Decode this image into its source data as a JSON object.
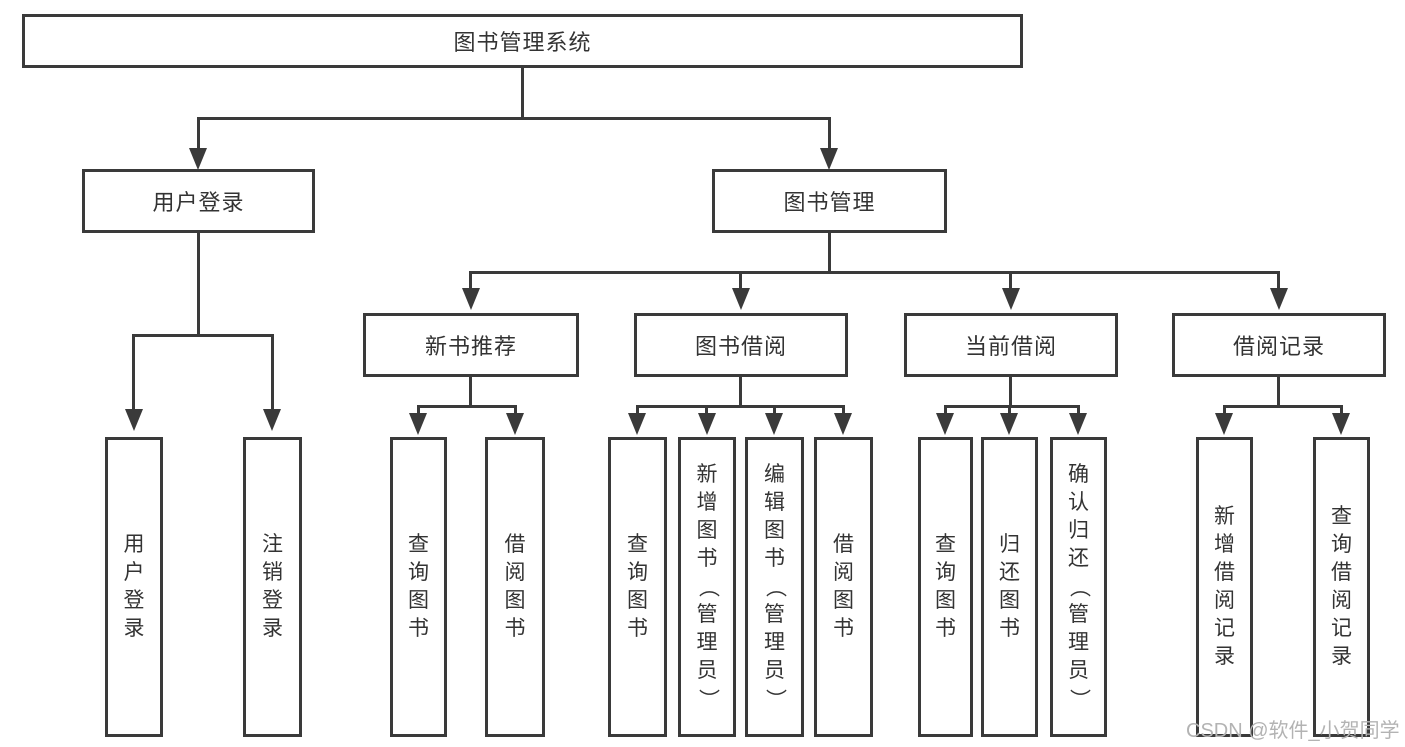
{
  "tree": {
    "root": "图书管理系统",
    "children": [
      {
        "label": "用户登录",
        "children": [
          {
            "label": "用户登录"
          },
          {
            "label": "注销登录"
          }
        ]
      },
      {
        "label": "图书管理",
        "children": [
          {
            "label": "新书推荐",
            "children": [
              {
                "label": "查询图书"
              },
              {
                "label": "借阅图书"
              }
            ]
          },
          {
            "label": "图书借阅",
            "children": [
              {
                "label": "查询图书"
              },
              {
                "label": "新增图书（管理员）"
              },
              {
                "label": "编辑图书（管理员）"
              },
              {
                "label": "借阅图书"
              }
            ]
          },
          {
            "label": "当前借阅",
            "children": [
              {
                "label": "查询图书"
              },
              {
                "label": "归还图书"
              },
              {
                "label": "确认归还（管理员）"
              }
            ]
          },
          {
            "label": "借阅记录",
            "children": [
              {
                "label": "新增借阅记录"
              },
              {
                "label": "查询借阅记录"
              }
            ]
          }
        ]
      }
    ]
  },
  "watermark": "CSDN @软件_小贺同学",
  "colors": {
    "line": "#3a3a3a",
    "text": "#333333",
    "watermark_gray": "#b3b3b3",
    "background": "#ffffff"
  }
}
